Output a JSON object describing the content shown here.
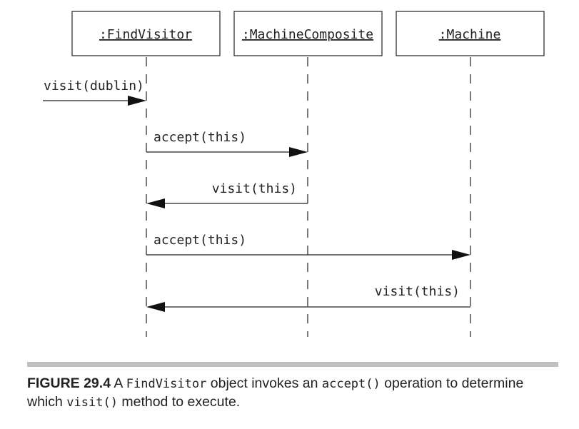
{
  "participants": [
    {
      "id": "findvisitor",
      "label": ":FindVisitor"
    },
    {
      "id": "machinecomposite",
      "label": ":MachineComposite"
    },
    {
      "id": "machine",
      "label": ":Machine"
    }
  ],
  "messages": [
    {
      "id": "m0",
      "from": "external",
      "to": "findvisitor",
      "label": "visit(dublin)"
    },
    {
      "id": "m1",
      "from": "findvisitor",
      "to": "machinecomposite",
      "label": "accept(this)"
    },
    {
      "id": "m2",
      "from": "machinecomposite",
      "to": "findvisitor",
      "label": "visit(this)"
    },
    {
      "id": "m3",
      "from": "findvisitor",
      "to": "machine",
      "label": "accept(this)"
    },
    {
      "id": "m4",
      "from": "machine",
      "to": "findvisitor",
      "label": "visit(this)"
    }
  ],
  "caption": {
    "figure_label": "FIGURE 29.4",
    "text_1": " A ",
    "code_1": "FindVisitor",
    "text_2": " object invokes an ",
    "code_2": "accept()",
    "text_3": " operation to determine which ",
    "code_3": "visit()",
    "text_4": " method to execute."
  }
}
